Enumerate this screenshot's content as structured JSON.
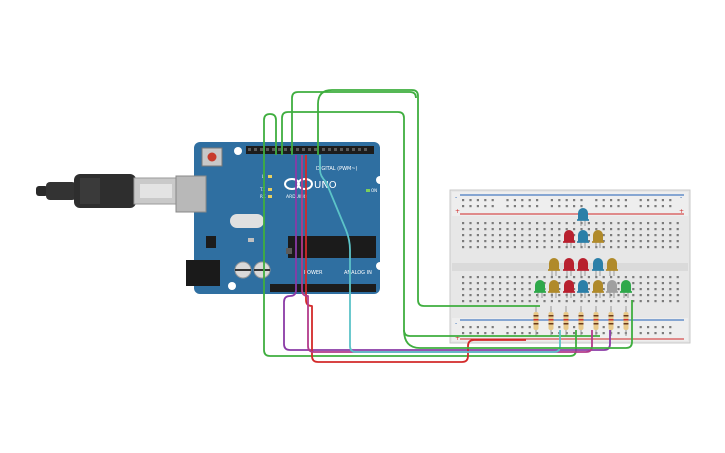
{
  "arduino": {
    "model": "UNO",
    "brand": "ARDUINO",
    "digital_label": "DIGITAL (PWM~)",
    "power_label": "POWER",
    "analog_label": "ANALOG IN",
    "on_label": "ON",
    "tx_label": "TX",
    "rx_label": "RX",
    "l_label": "L",
    "board_color": "#2f6fa1"
  },
  "breadboard": {
    "rows": 30,
    "plus": "+",
    "minus": "-"
  },
  "leds": [
    {
      "color": "#2b7fa8"
    },
    {
      "color": "#b8202e"
    },
    {
      "color": "#2b7fa8"
    },
    {
      "color": "#b08a2a"
    },
    {
      "color": "#b08a2a"
    },
    {
      "color": "#b8202e"
    },
    {
      "color": "#b8202e"
    },
    {
      "color": "#2b7fa8"
    },
    {
      "color": "#b08a2a"
    },
    {
      "color": "#a0a0a0"
    },
    {
      "color": "#2ea84a"
    },
    {
      "color": "#b08a2a"
    },
    {
      "color": "#b8202e"
    },
    {
      "color": "#2b7fa8"
    },
    {
      "color": "#b08a2a"
    },
    {
      "color": "#a0a0a0"
    },
    {
      "color": "#2ea84a"
    }
  ],
  "wire_colors": {
    "green": "#3fae3f",
    "purple": "#8a3aa6",
    "red": "#d32a2a",
    "magenta": "#b23a8a",
    "cyan": "#5cc3c8"
  }
}
